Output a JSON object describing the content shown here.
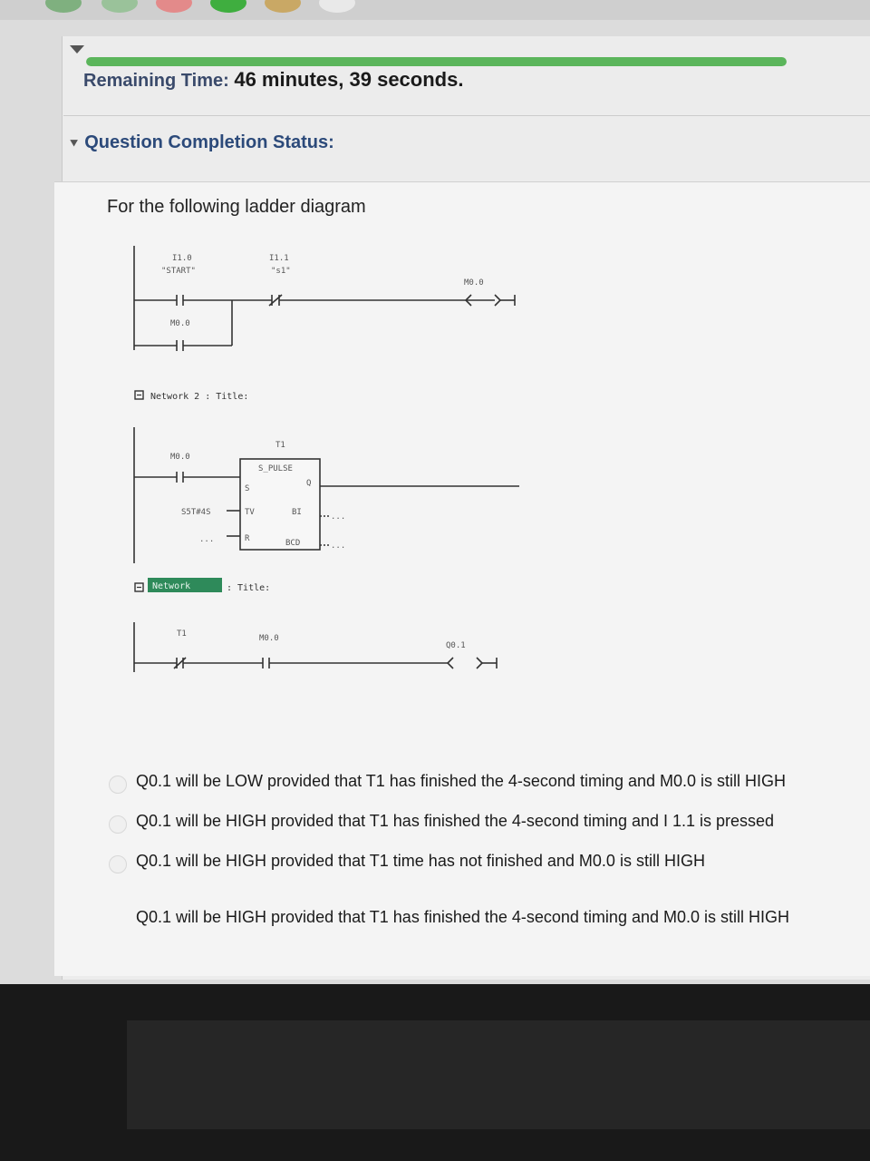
{
  "progress": {
    "percent": 100
  },
  "timer": {
    "label": "Remaining Time:",
    "value": "46 minutes, 39 seconds."
  },
  "status": {
    "label": "Question Completion Status:"
  },
  "question": {
    "prompt": "For the following ladder diagram",
    "diagram": {
      "net1": {
        "c1_addr": "I1.0",
        "c1_sym": "\"START\"",
        "c2_addr": "I1.1",
        "c2_sym": "\"s1\"",
        "coil": "M0.0",
        "branch": "M0.0"
      },
      "net2_header": "Network 2 : Title:",
      "net2": {
        "contact": "M0.0",
        "timer_name": "T1",
        "timer_type": "S_PULSE",
        "pin_s": "S",
        "pin_q": "Q",
        "pin_tv": "TV",
        "pin_r": "R",
        "pin_bi": "BI",
        "pin_bcd": "BCD",
        "tv_value": "S5T#4S",
        "dots": "..."
      },
      "net3_header_label": "Network",
      "net3_title": ": Title:",
      "net3": {
        "c1": "T1",
        "c2": "M0.0",
        "coil": "Q0.1"
      }
    },
    "options": [
      "Q0.1 will be LOW  provided that T1 has finished the 4-second timing and M0.0 is still HIGH",
      "Q0.1 will be HIGH provided that T1 has finished the 4-second timing and I 1.1 is pressed",
      "Q0.1 will be HIGH provided that T1 time has not finished and  M0.0 is still HIGH",
      "Q0.1 will be HIGH provided that T1 has finished the 4-second timing and M0.0 is still HIGH"
    ]
  }
}
